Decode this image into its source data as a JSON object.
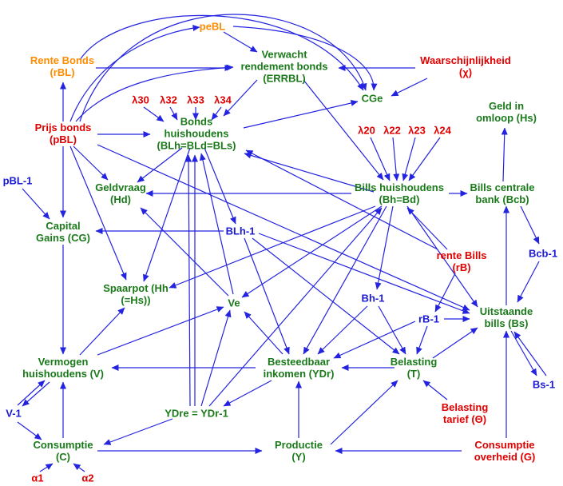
{
  "colors": {
    "endogenous": "#1a7a1a",
    "exogenous": "#e00000",
    "lagged": "#1a1ad6",
    "expectation": "#ff8c00",
    "arrow": "#2323e0"
  },
  "nodes": {
    "peBL": [
      "peBL"
    ],
    "rente_bonds": [
      "Rente Bonds",
      "(rBL)"
    ],
    "verwacht": [
      "Verwacht",
      "rendement bonds",
      "(ERRBL)"
    ],
    "waarschijnlijkheid": [
      "Waarschijnlijkheid",
      "(χ)"
    ],
    "lambda30": [
      "λ30"
    ],
    "lambda32": [
      "λ32"
    ],
    "lambda33": [
      "λ33"
    ],
    "lambda34": [
      "λ34"
    ],
    "cge": [
      "CGe"
    ],
    "geld_omloop": [
      "Geld in",
      "omloop (Hs)"
    ],
    "prijs_bonds": [
      "Prijs bonds",
      "(pBL)"
    ],
    "bonds_hh": [
      "Bonds",
      "huishoudens",
      "(BLh=BLd=BLs)"
    ],
    "lambda20": [
      "λ20"
    ],
    "lambda22": [
      "λ22"
    ],
    "lambda23": [
      "λ23"
    ],
    "lambda24": [
      "λ24"
    ],
    "pbl1": [
      "pBL-1"
    ],
    "geldvraag": [
      "Geldvraag",
      "(Hd)"
    ],
    "bills_hh": [
      "Bills huishoudens",
      "(Bh=Bd)"
    ],
    "bills_cb": [
      "Bills centrale",
      "bank (Bcb)"
    ],
    "capital_gains": [
      "Capital",
      "Gains (CG)"
    ],
    "blh1": [
      "BLh-1"
    ],
    "bcb1": [
      "Bcb-1"
    ],
    "rente_bills": [
      "rente Bills",
      "(rB)"
    ],
    "spaarpot": [
      "Spaarpot (Hh",
      "(=Hs))"
    ],
    "ve": [
      "Ve"
    ],
    "bh1": [
      "Bh-1"
    ],
    "uitstaande_bills": [
      "Uitstaande",
      "bills (Bs)"
    ],
    "rb1": [
      "rB-1"
    ],
    "vermogen": [
      "Vermogen",
      "huishoudens (V)"
    ],
    "besteedbaar": [
      "Besteedbaar",
      "inkomen (YDr)"
    ],
    "belasting": [
      "Belasting",
      "(T)"
    ],
    "bs1": [
      "Bs-1"
    ],
    "v1": [
      "V-1"
    ],
    "ydre": [
      "YDre = YDr-1"
    ],
    "belasting_tarief": [
      "Belasting",
      "tarief (Θ)"
    ],
    "consumptie": [
      "Consumptie",
      "(C)"
    ],
    "productie": [
      "Productie",
      "(Y)"
    ],
    "consumptie_overheid": [
      "Consumptie",
      "overheid (G)"
    ],
    "alpha1": [
      "α1"
    ],
    "alpha2": [
      "α2"
    ]
  }
}
